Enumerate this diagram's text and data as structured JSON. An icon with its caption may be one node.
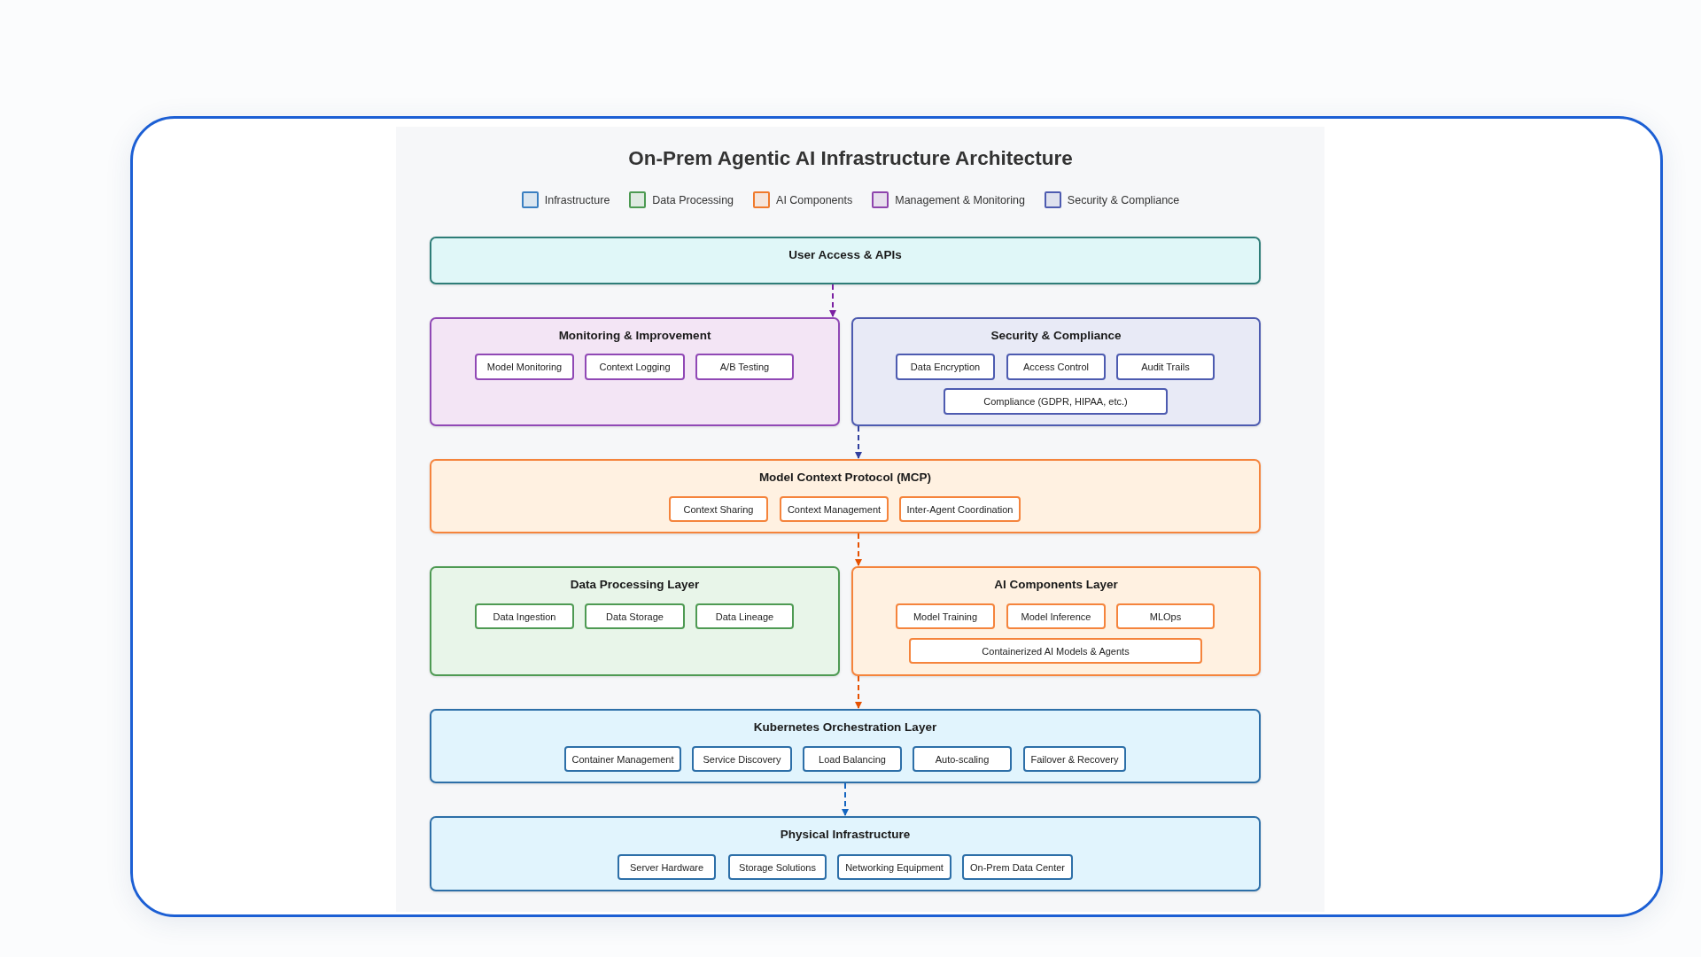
{
  "diagram": {
    "title": "On-Prem Agentic AI Infrastructure Architecture",
    "nodes": [
      {
        "text": [
          "User Access & APIs"
        ]
      },
      {
        "text": [
          "Monitoring & Improvement"
        ]
      },
      {
        "text": [
          "Model Monitoring"
        ],
        "in": 1
      },
      {
        "text": [
          "Context Logging"
        ],
        "in": 1
      },
      {
        "text": [
          "A/B Testing"
        ],
        "in": 1
      },
      {
        "text": [
          "Security & Compliance"
        ]
      },
      {
        "text": [
          "Data Encryption"
        ],
        "in": 5
      },
      {
        "text": [
          "Access Control"
        ],
        "in": 5
      },
      {
        "text": [
          "Audit Trails"
        ],
        "in": 5
      },
      {
        "text": [
          "Compliance (GDPR, HIPAA, etc.)"
        ],
        "in": 5
      },
      {
        "text": [
          "Model Context Protocol (MCP)"
        ]
      },
      {
        "text": [
          "Context Sharing"
        ],
        "in": 10
      },
      {
        "text": [
          "Context Management"
        ],
        "in": 10
      },
      {
        "text": [
          "Inter-Agent Coordination"
        ],
        "in": 10
      },
      {
        "text": [
          "Data Processing Layer"
        ]
      },
      {
        "text": [
          "Data Ingestion"
        ],
        "in": 14
      },
      {
        "text": [
          "Data Storage"
        ],
        "in": 14
      },
      {
        "text": [
          "Data Lineage"
        ],
        "in": 14
      },
      {
        "text": [
          "AI Components Layer"
        ]
      },
      {
        "text": [
          "Model Training"
        ],
        "in": 18
      },
      {
        "text": [
          "Model Inference"
        ],
        "in": 18
      },
      {
        "text": [
          "MLOps"
        ],
        "in": 18
      },
      {
        "text": [
          "Containerized AI Models & Agents"
        ],
        "in": 18
      },
      {
        "text": [
          "Kubernetes Orchestration Layer"
        ]
      },
      {
        "text": [
          "Container Management"
        ],
        "in": 23
      },
      {
        "text": [
          "Service Discovery"
        ],
        "in": 23
      },
      {
        "text": [
          "Load Balancing"
        ],
        "in": 23
      },
      {
        "text": [
          "Auto-scaling"
        ],
        "in": 23
      },
      {
        "text": [
          "Failover & Recovery"
        ],
        "in": 23
      },
      {
        "text": [
          "Physical Infrastructure"
        ]
      },
      {
        "text": [
          "Server Hardware"
        ],
        "in": 29
      },
      {
        "text": [
          "Storage Solutions"
        ],
        "in": 29
      },
      {
        "text": [
          "Networking Equipment"
        ],
        "in": 29
      },
      {
        "text": [
          "On-Prem Data Center"
        ],
        "in": 29
      }
    ],
    "edges": [
      {
        "from": 0,
        "to": 1,
        "arrow": "to",
        "style": "dashed",
        "color": "#7b1fa2"
      },
      {
        "from": 5,
        "to": 10,
        "arrow": "to",
        "style": "dashed",
        "color": "#303f9f"
      },
      {
        "from": 10,
        "to": 18,
        "arrow": "to",
        "style": "dashed",
        "color": "#e65100"
      },
      {
        "from": 18,
        "to": 23,
        "arrow": "to",
        "style": "dashed",
        "color": "#e65100"
      },
      {
        "from": 23,
        "to": 29,
        "arrow": "to",
        "style": "dashed",
        "color": "#1565c0"
      }
    ],
    "legend": [
      {
        "text": "Infrastructure",
        "color": "#3a7fc1"
      },
      {
        "text": "Data Processing",
        "color": "#4c9a52"
      },
      {
        "text": "AI Components",
        "color": "#f07a2c"
      },
      {
        "text": "Management & Monitoring",
        "color": "#8e44ad"
      },
      {
        "text": "Security & Compliance",
        "color": "#4d5bb0"
      }
    ]
  }
}
